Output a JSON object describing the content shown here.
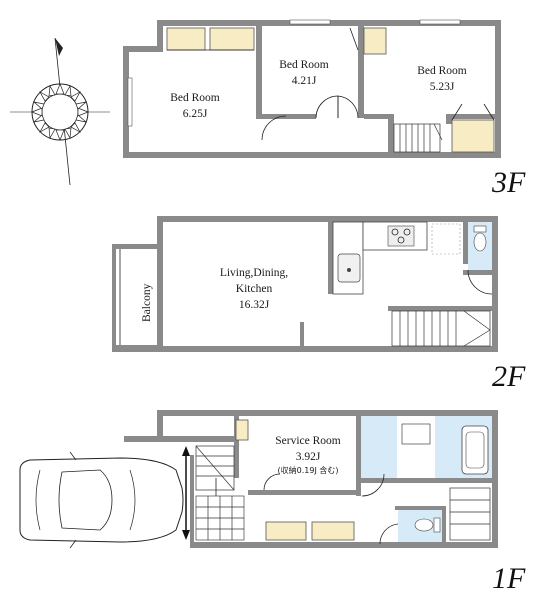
{
  "floors": {
    "third": {
      "label": "3F",
      "rooms": [
        {
          "name": "Bed Room",
          "size": "6.25J"
        },
        {
          "name": "Bed Room",
          "size": "4.21J"
        },
        {
          "name": "Bed Room",
          "size": "5.23J"
        }
      ]
    },
    "second": {
      "label": "2F",
      "rooms": [
        {
          "name": "Living,Dining,",
          "name2": "Kitchen",
          "size": "16.32J"
        },
        {
          "name": "Balcony"
        }
      ]
    },
    "first": {
      "label": "1F",
      "rooms": [
        {
          "name": "Service Room",
          "size": "3.92J",
          "note": "(収納0.19J 含む)"
        }
      ]
    }
  },
  "icons": [
    "compass-rose-icon",
    "car-icon",
    "toilet-icon",
    "bathtub-icon",
    "sink-icon",
    "stove-icon",
    "stairs-icon"
  ]
}
